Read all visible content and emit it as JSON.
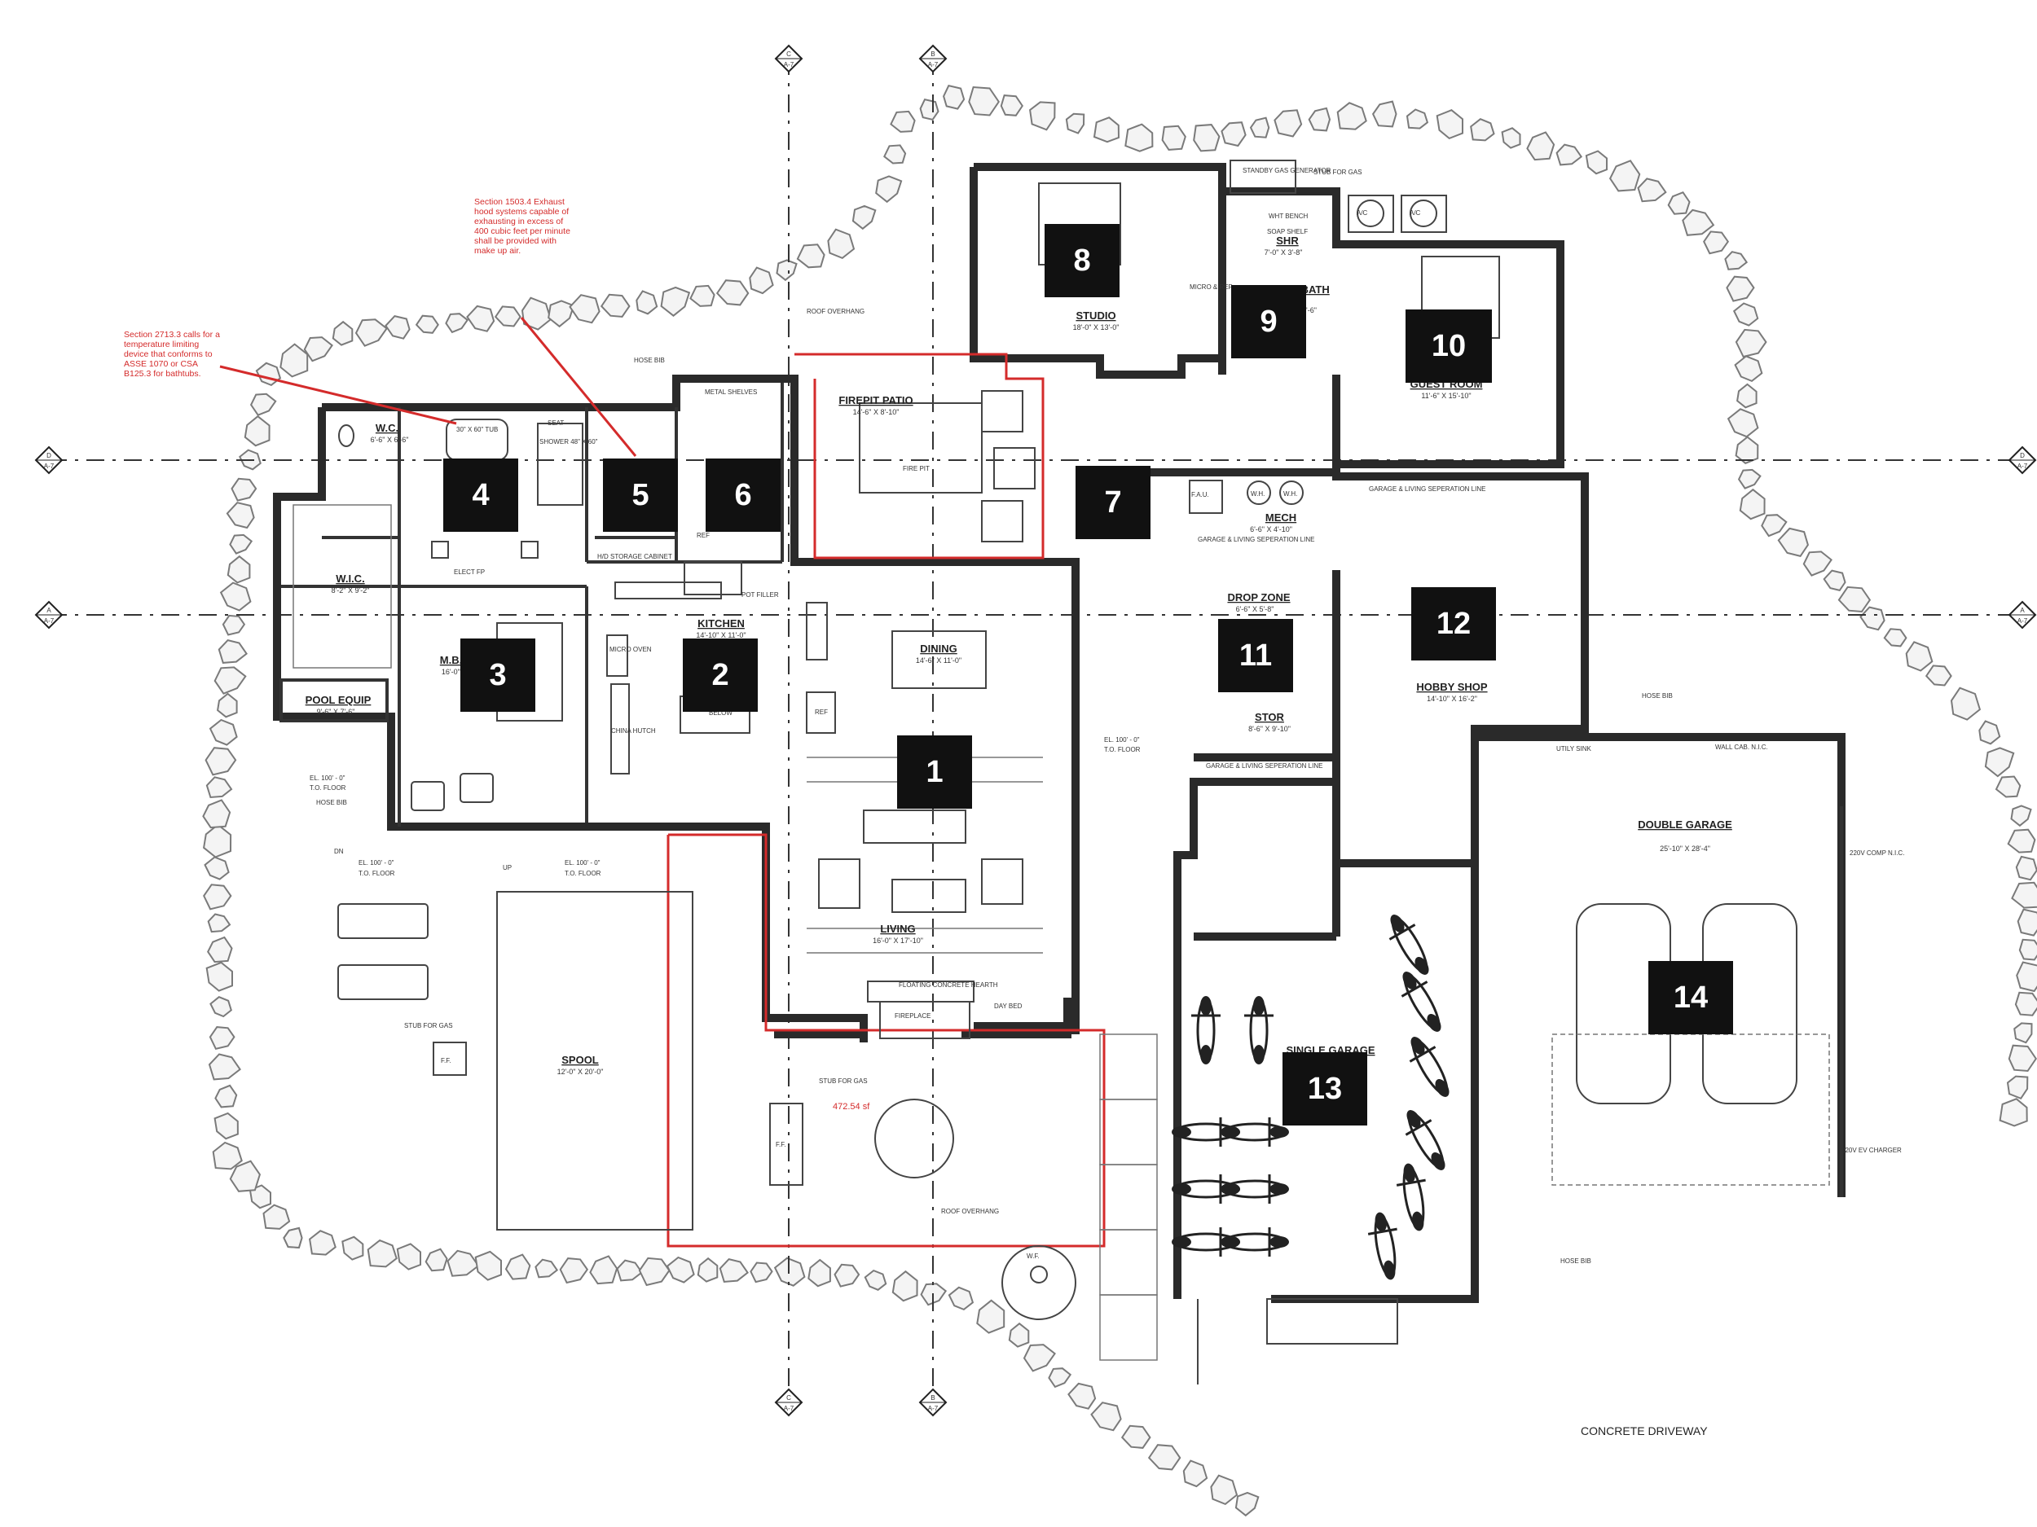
{
  "plan": {
    "badges": [
      "1",
      "2",
      "3",
      "4",
      "5",
      "6",
      "7",
      "8",
      "9",
      "10",
      "11",
      "12",
      "13",
      "14"
    ],
    "grid_bubbles": {
      "A": "A",
      "B": "B",
      "C": "C",
      "D": "D",
      "sheet": "A-7"
    },
    "rooms": {
      "wc": {
        "name": "W.C.",
        "dim": "6'-6\" X 6'-6\""
      },
      "wic": {
        "name": "W.I.C.",
        "dim": "8'-2\" X 9'-2\""
      },
      "mbr": {
        "name": "M.B.R.",
        "dim": "16'-0\" X 11'-6\""
      },
      "pool_equip": {
        "name": "POOL EQUIP",
        "dim": "9'-6\" X 7'-6\""
      },
      "kitchen": {
        "name": "KITCHEN",
        "dim": "14'-10\" X 11'-0\""
      },
      "firepit_patio": {
        "name": "FIREPIT PATIO",
        "dim": "14'-6\" X 8'-10\""
      },
      "dining": {
        "name": "DINING",
        "dim": "14'-6\" X 11'-0\""
      },
      "living": {
        "name": "LIVING",
        "dim": "16'-0\" X 17'-10\""
      },
      "studio": {
        "name": "STUDIO",
        "dim": "18'-0\" X 13'-0\""
      },
      "guest_bath": {
        "name": "GUEST BATH",
        "dim": "10'-0\" X 9'-6\""
      },
      "shr": {
        "name": "SHR",
        "dim": "7'-0\" X 3'-8\""
      },
      "guest_room": {
        "name": "GUEST ROOM",
        "dim": "11'-6\" X 15'-10\""
      },
      "mech": {
        "name": "MECH",
        "dim": "6'-6\" X 4'-10\""
      },
      "drop_zone": {
        "name": "DROP ZONE",
        "dim": "6'-6\" X 5'-8\""
      },
      "stor": {
        "name": "STOR",
        "dim": "8'-6\" X 9'-10\""
      },
      "hobby_shop": {
        "name": "HOBBY SHOP",
        "dim": "14'-10\" X 16'-2\""
      },
      "double_garage": {
        "name": "DOUBLE GARAGE",
        "dim": "25'-10\" X 28'-4\""
      },
      "single_garage": {
        "name": "SINGLE GARAGE",
        "dim": ""
      },
      "spool": {
        "name": "SPOOL",
        "dim": "12'-0\" X 20'-0\""
      }
    },
    "labels": {
      "tub": "30\" X 60\" TUB",
      "seat": "SEAT",
      "shower": "SHOWER 48\" X 60\"",
      "metal_shelves": "METAL SHELVES",
      "ref": "REF",
      "pot_filler": "POT FILLER",
      "hd_storage": "H/D STORAGE CABINET",
      "elect_fp": "ELECT FP",
      "micro_oven": "MICRO OVEN",
      "china_hutch": "CHINA HUTCH",
      "below": "BELOW",
      "fire_pit": "FIRE PIT",
      "roof_overhang": "ROOF OVERHANG",
      "hose_bib": "HOSE BIB",
      "el_1": "EL. 100' - 0\"",
      "to_floor": "T.O. FLOOR",
      "el_2": "EL. 100' - 0\"",
      "up": "UP",
      "dn": "DN",
      "stub_gas": "STUB FOR GAS",
      "ff": "F.F.",
      "floating_hearth": "FLOATING CONCRETE HEARTH",
      "fireplace": "FIREPLACE",
      "day_bed": "DAY BED",
      "area": "472.54 sf",
      "wf": "W.F.",
      "standby_gen": "STANDBY GAS GENERATOR",
      "ac": "A/C",
      "soap_shelf": "SOAP SHELF",
      "wht_bench": "WHT BENCH",
      "micro_ref": "MICRO & REF",
      "fau": "F.A.U.",
      "wh": "W.H.",
      "garage_sep": "GARAGE & LIVING SEPERATION LINE",
      "utility_sink": "UTILY SINK",
      "wall_cab": "WALL CAB. N.I.C.",
      "ev_charger": "220V EV CHARGER",
      "comp": "220V COMP N.I.C.",
      "concrete_driveway": "CONCRETE DRIVEWAY"
    },
    "notes": {
      "note_1503": "Section 1503.4 Exhaust hood systems capable of exhausting in excess of 400 cubic feet per minute shall be provided with make up air.",
      "note_2713": "Section 2713.3 calls for a temperature limiting device that conforms to ASSE 1070 or CSA B125.3 for bathtubs."
    },
    "colors": {
      "wall": "#2a2a2a",
      "badge": "#111111",
      "note": "#d42b2b"
    }
  }
}
